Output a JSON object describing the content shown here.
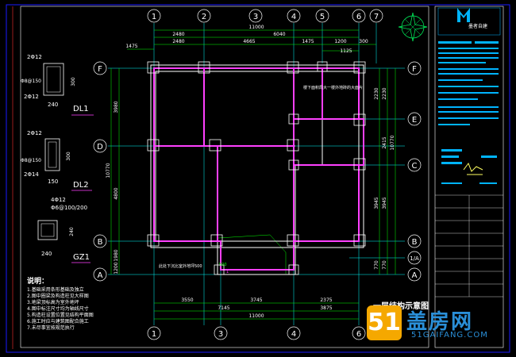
{
  "axes_top": [
    "1",
    "2",
    "3",
    "4",
    "5",
    "6",
    "7"
  ],
  "axes_bottom": [
    "1",
    "3",
    "4",
    "6"
  ],
  "axes_left": [
    "F",
    "D",
    "B",
    "A"
  ],
  "axes_right": [
    "F",
    "E",
    "C",
    "B",
    "1/A",
    "A"
  ],
  "dims_top": {
    "overall": "11000",
    "row2": [
      "2480",
      "6040"
    ],
    "row3": [
      "2480",
      "4665",
      "1475",
      "1200",
      "300"
    ],
    "row1": [
      "1475"
    ],
    "extra": "1125"
  },
  "dims_bottom": {
    "row1": [
      "3550",
      "3745",
      "2375"
    ],
    "row2": [
      "7145",
      "3875"
    ],
    "overall": "11000"
  },
  "dims_left": [
    "3980",
    "10770",
    "4800",
    "1980",
    "1200"
  ],
  "dims_right": [
    "2230",
    "2230",
    "2415",
    "10770",
    "3945",
    "3945",
    "770",
    "770"
  ],
  "plan_notes": {
    "upper": "楼下面积局大一楼外地砖的大面片",
    "lower": "此处下沉比室外地坪500"
  },
  "plan_marks": [
    "500",
    "1"
  ],
  "sections": [
    {
      "name": "DL1",
      "top": "2Φ12",
      "stirrup": "Φ8@150",
      "bottom": "2Φ12",
      "height": "300",
      "width": "240"
    },
    {
      "name": "DL2",
      "top": "2Φ12",
      "stirrup": "Φ8@150",
      "bottom": "2Φ14",
      "height": "300",
      "width": "150"
    },
    {
      "name": "GZ1",
      "top": "4Φ12",
      "stirrup": "Φ6@100/200",
      "height": "240",
      "width": "240"
    }
  ],
  "notes": {
    "title": "说明：",
    "items": [
      "1.基础采用条形基础及独立",
      "2.图中圈梁及构造柱见大样图",
      "3.地梁顶标高为室外地坪",
      "4.图中标注尺寸均为轴线尺寸",
      "5.构造柱设置位置见结构平面图",
      "6.施工时应与建筑图配合施工",
      "7.未尽事宜按规范执行"
    ]
  },
  "drawing_title": "一层结构示意图",
  "title_block": {
    "brand": "墨者自建"
  },
  "watermark": {
    "badge": "51",
    "name": "盖房网",
    "url": "51GAIFANG.COM"
  },
  "colors": {
    "background": "#000000",
    "wall_outline": "#ff40ff",
    "beam": "#ffffff",
    "axis_line": "#00ffff",
    "dim_line": "#00ff00",
    "frame": "#0000ff",
    "title_block": "#00b4ff",
    "watermark_orange": "#f5a800",
    "watermark_blue": "#2a8fd8"
  }
}
